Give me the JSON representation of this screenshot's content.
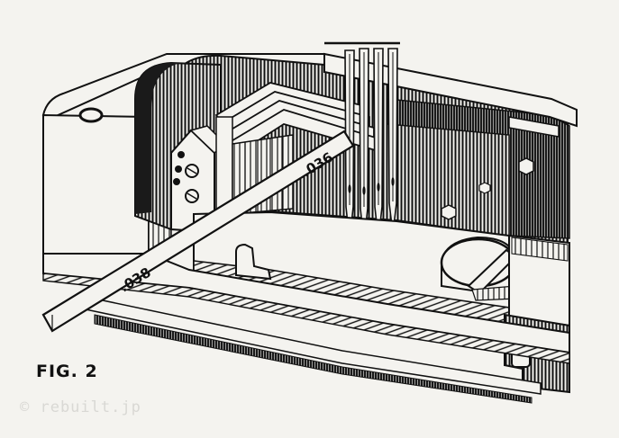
{
  "figure": {
    "caption": "FIG. 2",
    "gauge_label_left": ".038",
    "gauge_label_right": ".036",
    "watermark": "© rebuilt.jp"
  },
  "colors": {
    "ink": "#111111",
    "paper": "#f4f3ef",
    "watermark": "#d9d8d4"
  }
}
